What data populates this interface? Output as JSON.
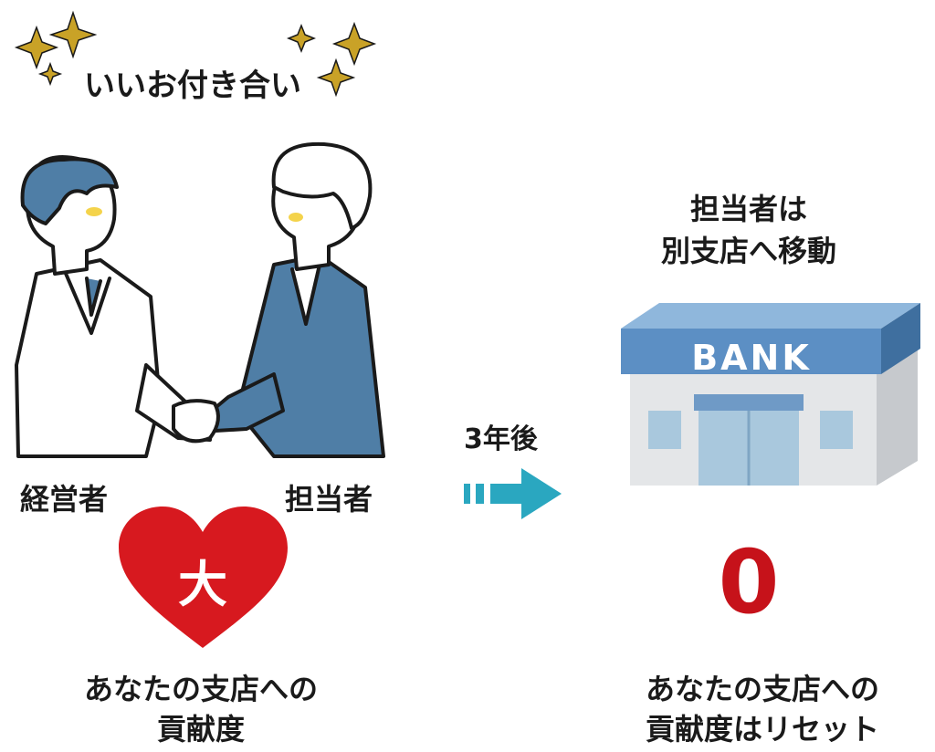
{
  "top_caption": "いいお付き合い",
  "left": {
    "person_left_label": "経営者",
    "person_right_label": "担当者",
    "heart_text": "大",
    "caption_line1": "あなたの支店への",
    "caption_line2": "貢献度"
  },
  "arrow": {
    "label": "3年後"
  },
  "right": {
    "move_line1": "担当者は",
    "move_line2": "別支店へ移動",
    "bank_sign": "BANK",
    "zero_value": "0",
    "caption_line1": "あなたの支店への",
    "caption_line2": "貢献度はリセット"
  },
  "colors": {
    "sparkle": "#c9a227",
    "heart": "#d7191f",
    "zero": "#c6121a",
    "arrow": "#2aa7c0",
    "bank_blue": "#5c8fc4",
    "bank_light": "#e6e8ea",
    "suit_blue": "#4f7ea6"
  }
}
